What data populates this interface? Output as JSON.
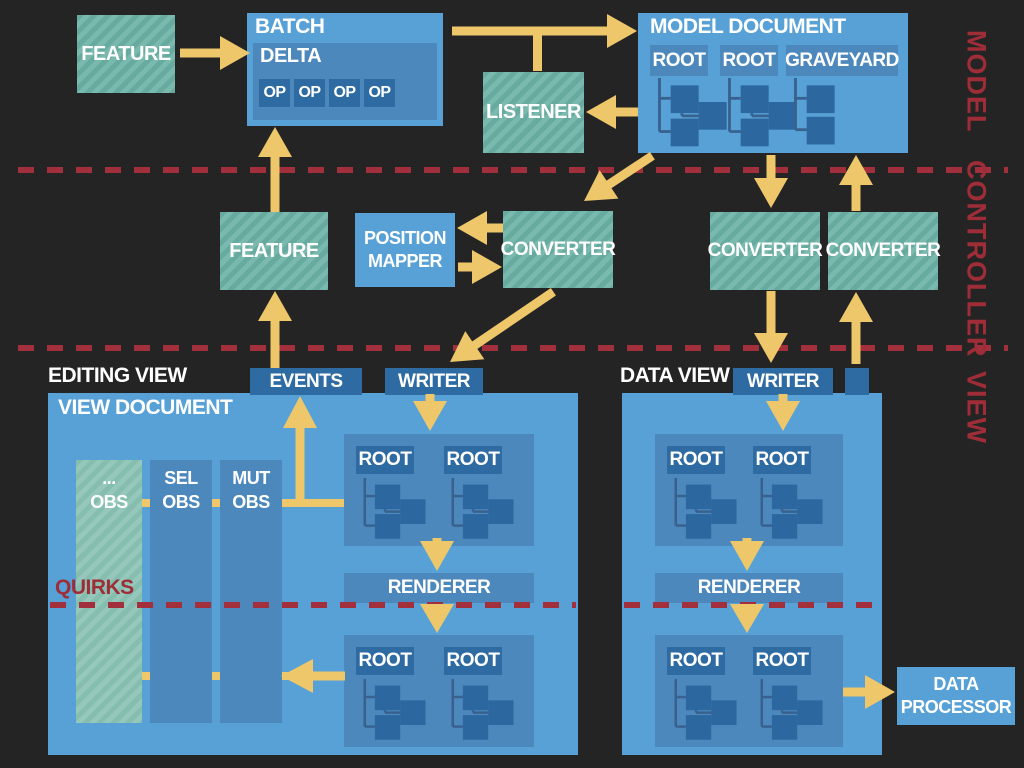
{
  "layers": {
    "model": "MODEL",
    "controller": "CONTROLLER",
    "view": "VIEW"
  },
  "model": {
    "feature": "FEATURE",
    "batch": "BATCH",
    "delta": "DELTA",
    "ops": [
      "OP",
      "OP",
      "OP",
      "OP"
    ],
    "listener": "LISTENER",
    "document_title": "MODEL DOCUMENT",
    "root": "ROOT",
    "graveyard": "GRAVEYARD"
  },
  "controller": {
    "feature": "FEATURE",
    "position_mapper_line1": "POSITION",
    "position_mapper_line2": "MAPPER",
    "converter": "CONVERTER"
  },
  "editing": {
    "title": "EDITING VIEW",
    "document_title": "VIEW DOCUMENT",
    "events": "EVENTS",
    "writer": "WRITER",
    "obs1_line1": "...",
    "obs1_line2": "OBS",
    "obs2_line1": "SEL",
    "obs2_line2": "OBS",
    "obs3_line1": "MUT",
    "obs3_line2": "OBS",
    "quirks": "QUIRKS",
    "root": "ROOT",
    "renderer": "RENDERER"
  },
  "dataview": {
    "title": "DATA VIEW",
    "writer": "WRITER",
    "root": "ROOT",
    "renderer": "RENDERER",
    "processor_line1": "DATA",
    "processor_line2": "PROCESSOR"
  },
  "colors": {
    "background": "#242424",
    "box_light_blue": "#57a1d6",
    "box_medium_blue": "#4d88bd",
    "box_dark_blue": "#2e6ba3",
    "teal_hatch": "#67aba0",
    "arrow_yellow": "#eec76b",
    "accent_red": "#9e2d38"
  }
}
